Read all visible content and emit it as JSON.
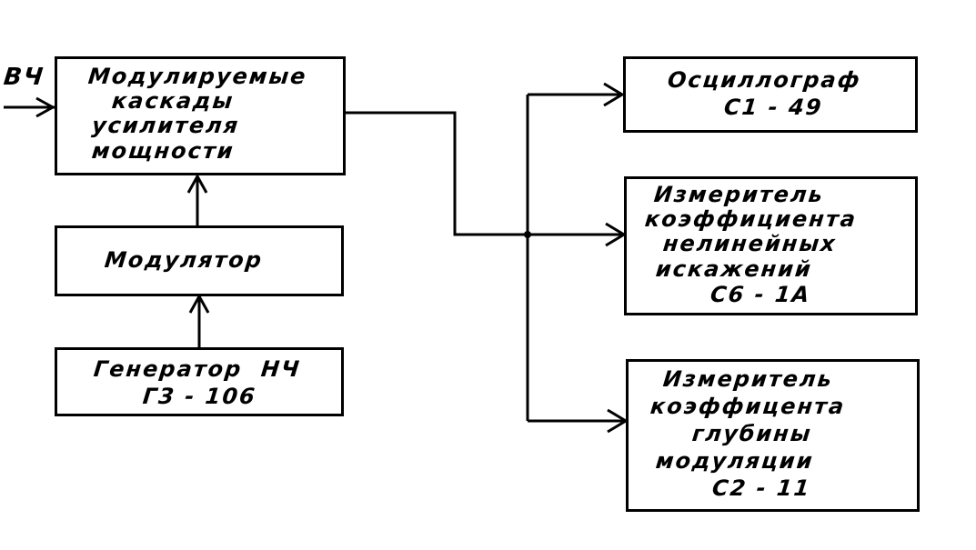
{
  "input_label": "ВЧ",
  "blocks": {
    "modulated_stages": {
      "lines": [
        "Модулируемые",
        "каскады",
        "усилителя",
        "мощности"
      ]
    },
    "modulator": {
      "lines": [
        "Модулятор"
      ]
    },
    "lf_generator": {
      "lines": [
        "Генератор  НЧ",
        "Г3 - 106"
      ]
    },
    "oscilloscope": {
      "lines": [
        "Осциллограф",
        "С1 - 49"
      ]
    },
    "distortion_meter": {
      "lines": [
        "Измеритель",
        "коэффициента",
        "нелинейных",
        "искажений",
        "С6 - 1А"
      ]
    },
    "modulation_depth_meter": {
      "lines": [
        "Измеритель",
        "коэффицента",
        "глубины",
        "модуляции",
        "С2 - 11"
      ]
    }
  }
}
